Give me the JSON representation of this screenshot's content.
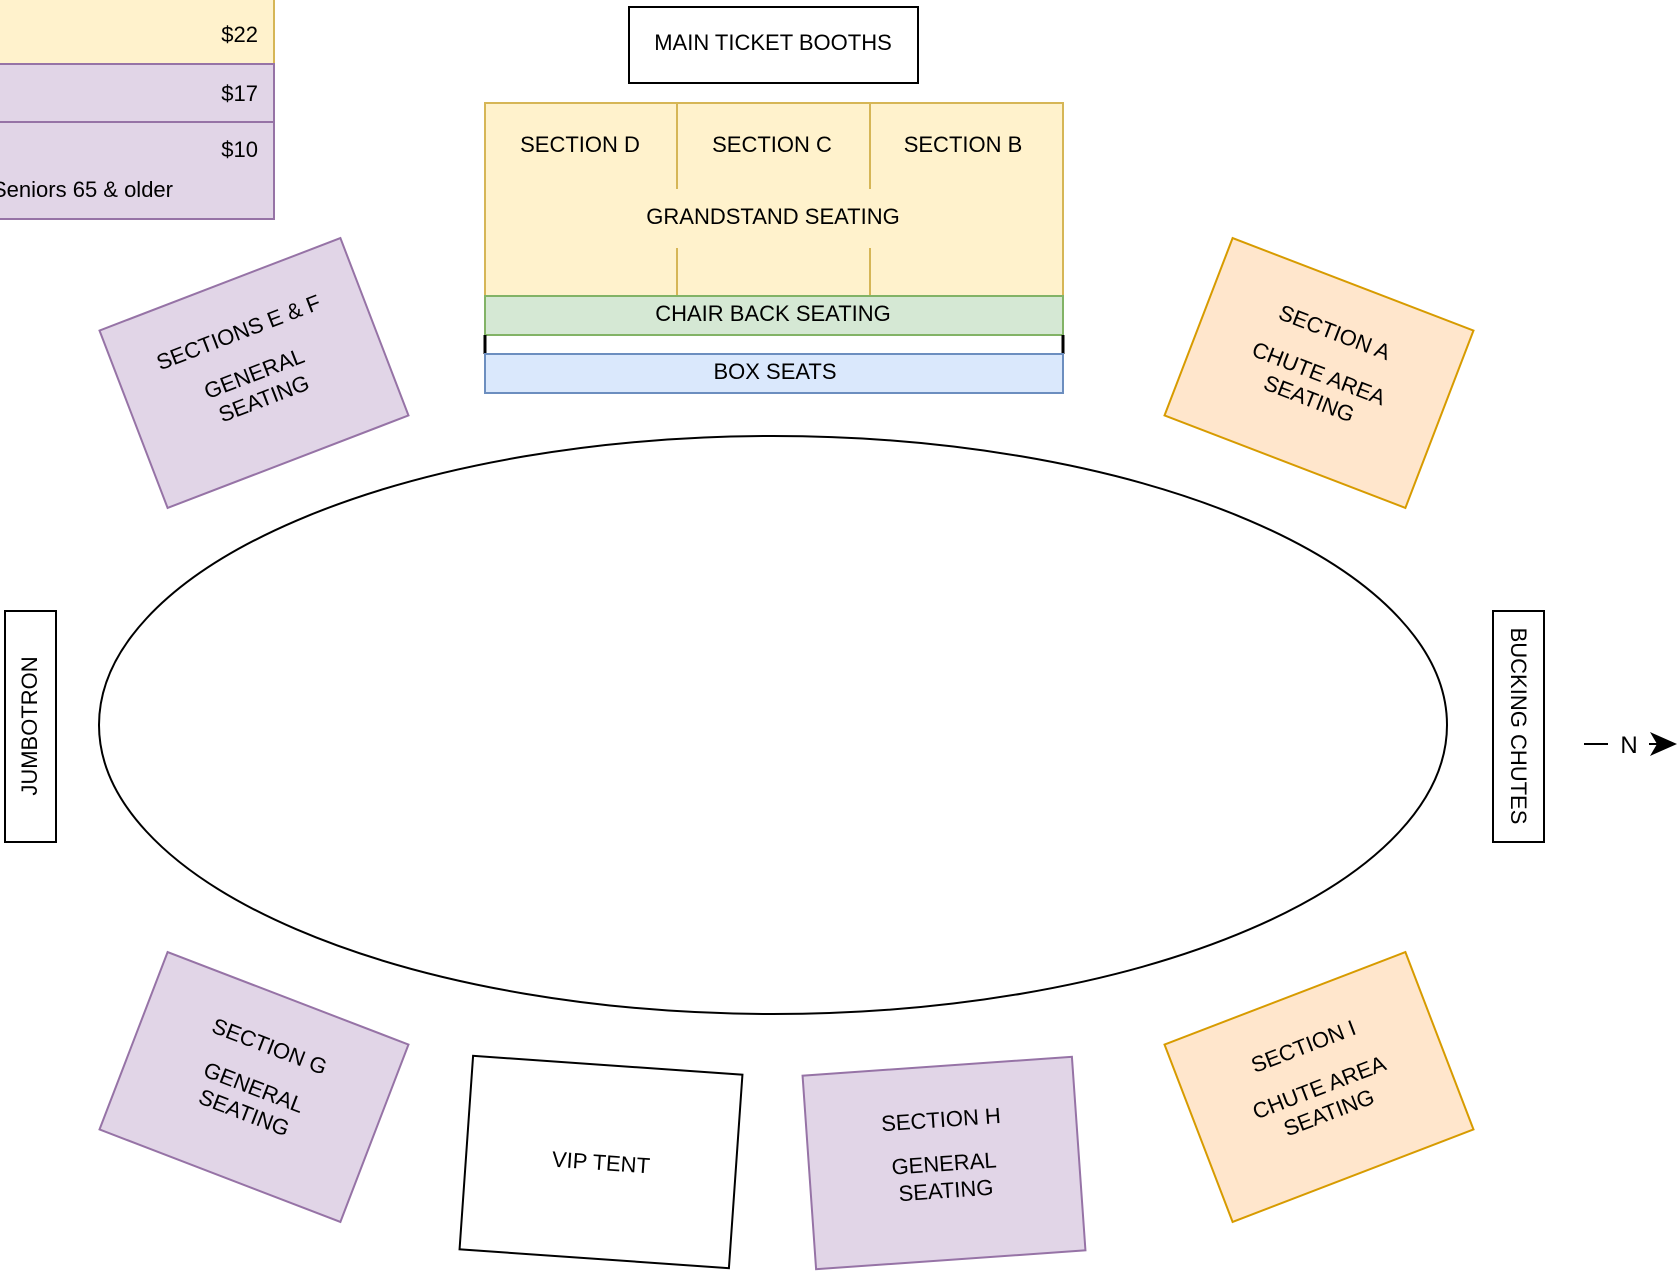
{
  "colors": {
    "grandstand_fill": "#fff2cc",
    "grandstand_stroke": "#d6b656",
    "general_fill": "#e1d5e7",
    "general_stroke": "#9673a6",
    "chute_fill": "#ffe6cc",
    "chute_stroke": "#d79b00",
    "chairback_fill": "#d5e8d4",
    "chairback_stroke": "#82b366",
    "box_fill": "#dae8fc",
    "box_stroke": "#6c8ebf",
    "line": "#000000"
  },
  "price_legend": {
    "rows": [
      {
        "price": "$22",
        "note": ""
      },
      {
        "price": "$17",
        "note": ""
      },
      {
        "price": "$10",
        "note": "Seniors 65 & older"
      }
    ]
  },
  "booths": {
    "label": "MAIN TICKET BOOTHS"
  },
  "grandstand": {
    "sections": [
      "SECTION D",
      "SECTION C",
      "SECTION B"
    ],
    "label": "GRANDSTAND SEATING",
    "chair_back": "CHAIR BACK SEATING",
    "box_seats": "BOX SEATS"
  },
  "section_ef": {
    "title": "SECTIONS E & F",
    "line1": "GENERAL",
    "line2": "SEATING"
  },
  "section_a": {
    "title": "SECTION A",
    "line1": "CHUTE AREA",
    "line2": "SEATING"
  },
  "section_g": {
    "title": "SECTION G",
    "line1": "GENERAL",
    "line2": "SEATING"
  },
  "section_h": {
    "title": "SECTION H",
    "line1": "GENERAL",
    "line2": "SEATING"
  },
  "section_i": {
    "title": "SECTION I",
    "line1": "CHUTE AREA",
    "line2": "SEATING"
  },
  "vip": {
    "label": "VIP TENT"
  },
  "jumbotron": {
    "label": "JUMBOTRON"
  },
  "bucking_chutes": {
    "label": "BUCKING CHUTES"
  },
  "compass": {
    "label": "N"
  }
}
